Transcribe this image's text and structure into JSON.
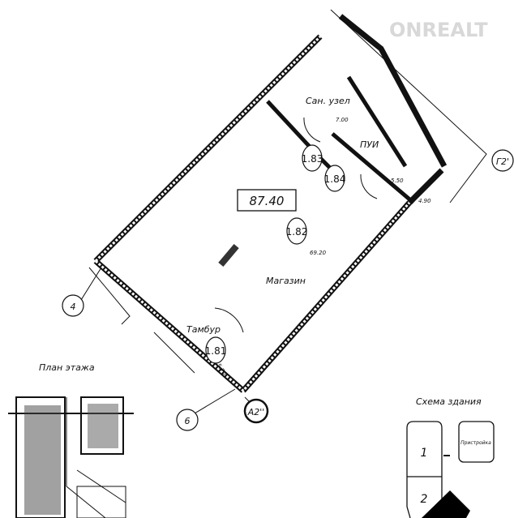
{
  "watermark": "ONREALT",
  "plan": {
    "total_area": "87.40",
    "rooms": [
      {
        "id": "1.81",
        "name": "Тамбур",
        "area": "5.70"
      },
      {
        "id": "1.82",
        "name": "Магазин",
        "area": "69.20"
      },
      {
        "id": "1.83",
        "name": "Сан. узел",
        "area": "7.00"
      },
      {
        "id": "1.84",
        "name": "ПУИ",
        "area": "5.50"
      }
    ],
    "extra_dim": "4.90",
    "axes": [
      "4",
      "6",
      "А2''",
      "Г2'"
    ]
  },
  "floor_plan_title": "План этажа",
  "building_scheme": {
    "title": "Схема здания",
    "sections": [
      "1",
      "2"
    ],
    "annex": "Пристройка"
  }
}
